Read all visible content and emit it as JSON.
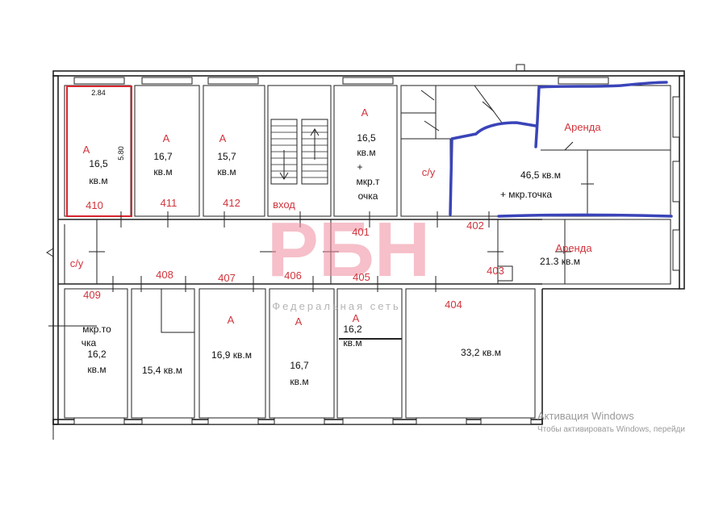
{
  "rooms": [
    {
      "id": "410",
      "letter": "А",
      "area": [
        "16,5",
        "кв.м"
      ],
      "width_dim": "2.84",
      "length_dim": "5.80"
    },
    {
      "id": "411",
      "letter": "А",
      "area": [
        "16,7",
        "кв.м"
      ]
    },
    {
      "id": "412",
      "letter": "А",
      "area": [
        "15,7",
        "кв.м"
      ]
    },
    {
      "id": "entrance",
      "label": "вход"
    },
    {
      "id": "401",
      "letter": "А",
      "area": [
        "16,5",
        "кв.м",
        "+",
        "мкр.т",
        "очка"
      ]
    },
    {
      "id": "402",
      "label": "с/у",
      "area": [
        "46,5 кв.м",
        "+ мкр.точка"
      ],
      "rent": "Аренда"
    },
    {
      "id": "403",
      "rent": "Аренда",
      "area": [
        "21.3 кв.м"
      ]
    },
    {
      "id": "404",
      "area": [
        "33,2 кв.м"
      ]
    },
    {
      "id": "405",
      "letter": "А",
      "area": [
        "16,2",
        "кв.м"
      ]
    },
    {
      "id": "406",
      "letter": "А",
      "area": [
        "16,7",
        "кв.м"
      ]
    },
    {
      "id": "407",
      "letter": "А",
      "area": [
        "16,9 кв.м"
      ]
    },
    {
      "id": "408",
      "area": [
        "15,4 кв.м"
      ]
    },
    {
      "id": "409",
      "area": [
        "мкр.то",
        "чка",
        "16,2",
        "кв.м"
      ]
    },
    {
      "id": "wc",
      "label": "с/у"
    }
  ],
  "logo": {
    "letters": "РБН",
    "subtitle": "Федеральная сеть"
  },
  "os_watermark": {
    "title": "Активация Windows",
    "subtitle": "Чтобы активировать Windows, перейди"
  },
  "colors": {
    "accent_red": "#d0343c",
    "highlight_blue": "#3a44b8",
    "logo_pink": "#ee8a9c"
  }
}
